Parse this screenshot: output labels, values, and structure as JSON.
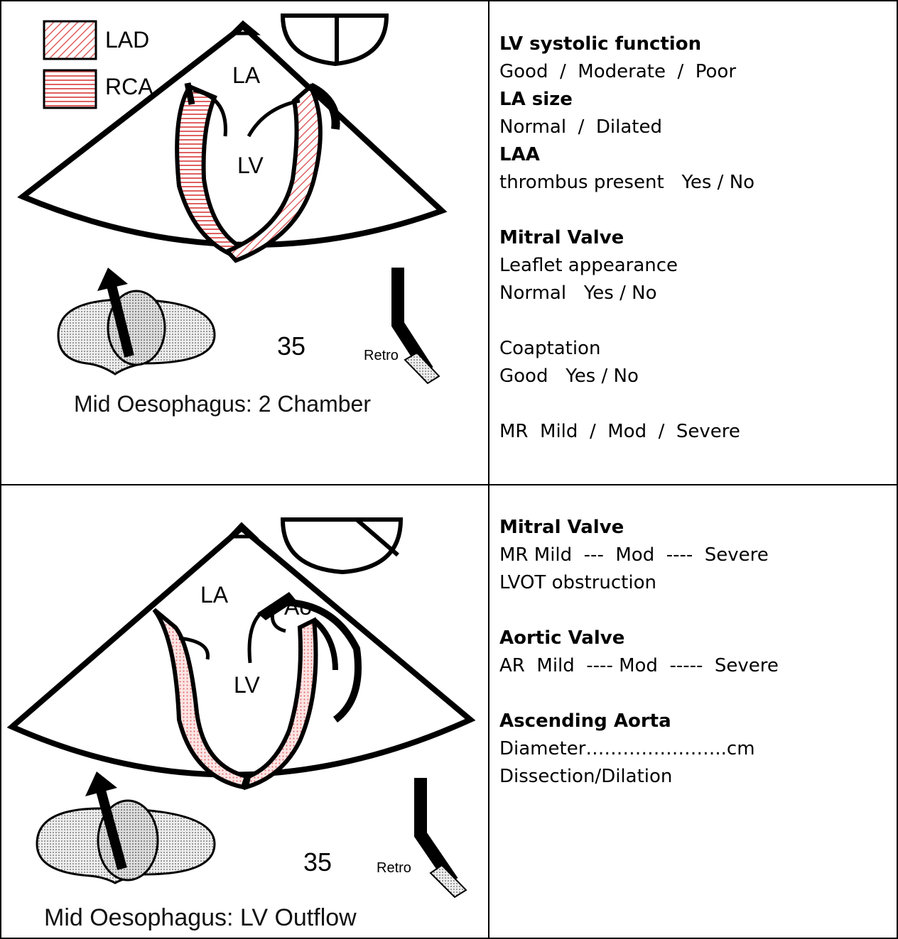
{
  "row1": {
    "figure": {
      "legend": [
        {
          "label": "LAD",
          "pattern": "diagonal-hatch"
        },
        {
          "label": "RCA",
          "pattern": "horizontal-hatch"
        }
      ],
      "chamber_labels": {
        "la": "LA",
        "lv": "LV"
      },
      "angle": "35",
      "probe_label": "Retro",
      "caption": "Mid Oesophagus:  2 Chamber",
      "hatch_color": "#e06060"
    },
    "notes": {
      "lv_heading": "LV systolic function",
      "lv_options": "Good  /  Moderate  /  Poor",
      "la_heading": "LA size",
      "la_options": "Normal  /  Dilated",
      "laa_heading": "LAA",
      "laa_line": "thrombus present   Yes / No",
      "mv_heading": "Mitral Valve",
      "leaflet": "Leaflet appearance",
      "normal": "Normal   Yes / No",
      "coaptation": "Coaptation",
      "good": "Good   Yes / No",
      "mr": "MR  Mild  /  Mod  /  Severe"
    }
  },
  "row2": {
    "figure": {
      "chamber_labels": {
        "la": "LA",
        "lv": "LV",
        "ao": "Ao"
      },
      "angle": "35",
      "probe_label": "Retro",
      "caption": "Mid Oesophagus:  LV Outflow",
      "dot_color": "#e06060"
    },
    "notes": {
      "mv_heading": "Mitral Valve",
      "mr": "MR Mild  ---  Mod  ----  Severe",
      "lvot": "LVOT obstruction",
      "av_heading": "Aortic Valve",
      "ar": "AR  Mild  ---- Mod  -----  Severe",
      "aa_heading": "Ascending Aorta",
      "diameter": "Diameter…………………..cm",
      "dissection": "Dissection/Dilation"
    }
  }
}
